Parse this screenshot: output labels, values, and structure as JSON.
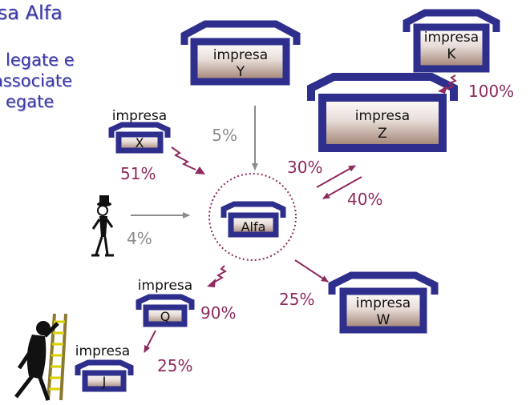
{
  "title": "esa Alfa",
  "subtitle_lines": [
    "legate e",
    "associate",
    "egate"
  ],
  "colors": {
    "title": "#3a3aa8",
    "house_roof": "#2e2e8c",
    "house_wall_top": "#ffffff",
    "house_wall_bottom": "#a08070",
    "link_strong": "#8e2a5e",
    "link_weak": "#8c8c8c",
    "circle": "#8e2a5e"
  },
  "houses": {
    "y": {
      "line1": "impresa",
      "line2": "Y"
    },
    "k": {
      "line1": "impresa",
      "line2": "K"
    },
    "z": {
      "line1": "impresa",
      "line2": "Z"
    },
    "x": {
      "line1": "impresa",
      "line2": "X"
    },
    "alfa": {
      "line1": "Alfa"
    },
    "w": {
      "line1": "impresa",
      "line2": "W"
    },
    "q": {
      "line1": "impresa",
      "line2": "Q"
    },
    "j": {
      "line1": "impresa",
      "line2": "J"
    }
  },
  "percentages": {
    "k_to_z": "100%",
    "y_to_alfa": "5%",
    "x_to_alfa": "51%",
    "alfa_to_z": "30%",
    "z_to_alfa": "40%",
    "person_to_alfa": "4%",
    "alfa_to_w": "25%",
    "alfa_to_q": "90%",
    "q_to_j": "25%"
  }
}
